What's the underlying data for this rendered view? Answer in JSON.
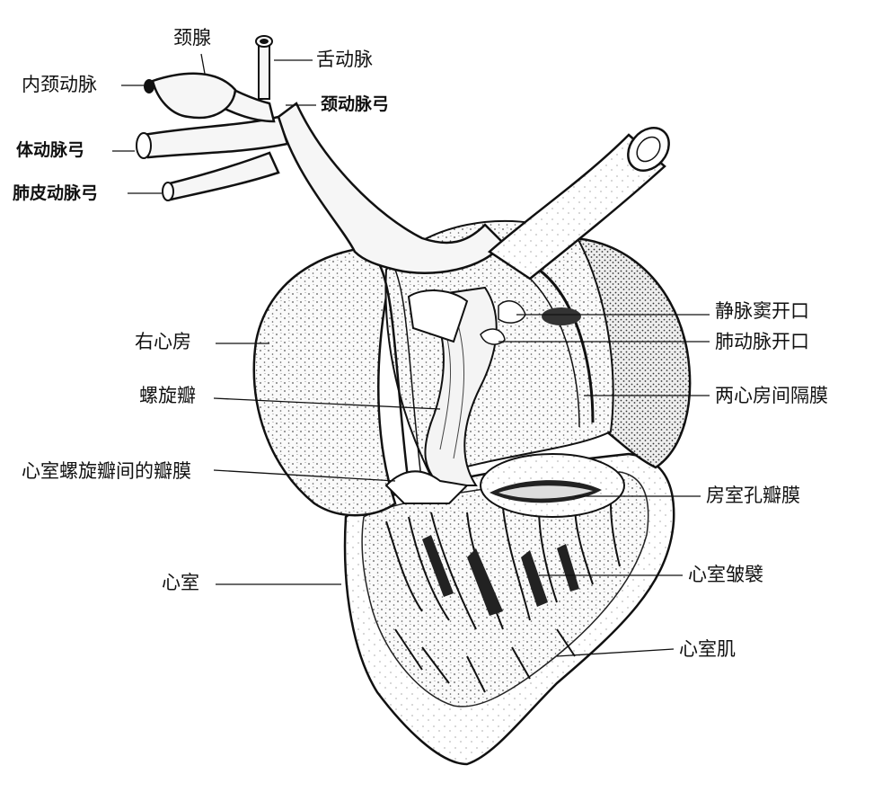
{
  "labels": {
    "jing_xian": "颈腺",
    "she_dong_mai": "舌动脉",
    "nei_jing_dong_mai": "内颈动脉",
    "jing_dong_mai_gong": "颈动脉弓",
    "ti_dong_mai_gong": "体动脉弓",
    "fei_pi_dong_mai_gong": "肺皮动脉弓",
    "jing_mai_dou_kai_kou": "静脉窦开口",
    "you_xin_fang": "右心房",
    "fei_dong_mai_kai_kou": "肺动脉开口",
    "luo_xuan_ban": "螺旋瓣",
    "liang_xin_fang_jian_ge_mo": "两心房间隔膜",
    "xin_shi_luo_xuan_ban_jian_de_ban_mo": "心室螺旋瓣间的瓣膜",
    "fang_shi_kong_ban_mo": "房室孔瓣膜",
    "xin_shi": "心室",
    "xin_shi_zhou_bi": "心室皱襞",
    "xin_shi_ji": "心室肌"
  },
  "colors": {
    "ink": "#111111",
    "paper": "#ffffff",
    "tissue": "#f2f2f2"
  }
}
